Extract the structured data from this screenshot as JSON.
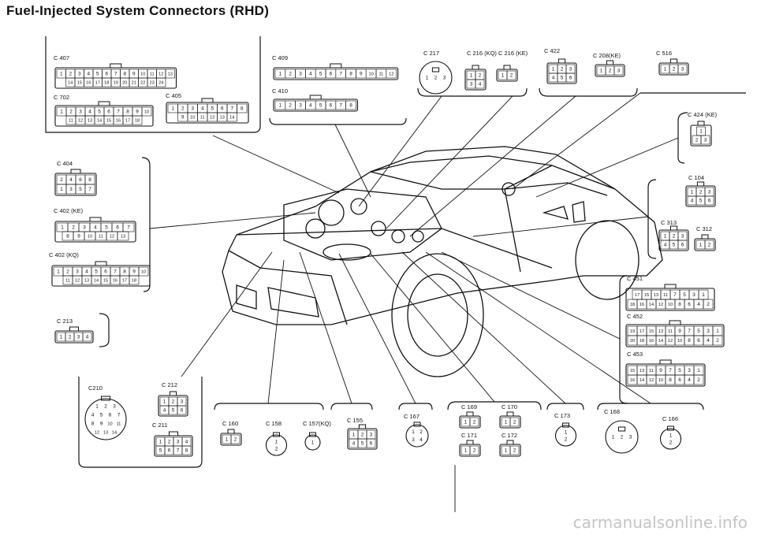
{
  "title": "Fuel-Injected System Connectors (RHD)",
  "watermark": "carmanualsonline.info",
  "colors": {
    "ink": "#111111",
    "background": "#ffffff",
    "watermark": "#c4c4c4"
  },
  "connectors": [
    {
      "id": "c407",
      "label": "C 407",
      "rows": [
        [
          "1",
          "2",
          "3",
          "4",
          "5",
          "6",
          "7",
          "8",
          "9",
          "10",
          "11",
          "12",
          "13"
        ],
        [
          "14",
          "15",
          "16",
          "17",
          "18",
          "19",
          "20",
          "21",
          "22",
          "23",
          "24"
        ]
      ]
    },
    {
      "id": "c702",
      "label": "C 702",
      "rows": [
        [
          "1",
          "2",
          "3",
          "4",
          "5",
          "6",
          "7",
          "8",
          "9",
          "10"
        ],
        [
          "11",
          "12",
          "13",
          "14",
          "15",
          "16",
          "17",
          "18"
        ]
      ]
    },
    {
      "id": "c405",
      "label": "C 405",
      "rows": [
        [
          "1",
          "2",
          "3",
          "4",
          "5",
          "6",
          "7",
          "8"
        ],
        [
          "9",
          "10",
          "11",
          "12",
          "13",
          "14"
        ]
      ]
    },
    {
      "id": "c409",
      "label": "C 409",
      "rows": [
        [
          "1",
          "2",
          "3",
          "4",
          "5",
          "6",
          "7",
          "8",
          "9",
          "10",
          "11",
          "12"
        ]
      ]
    },
    {
      "id": "c410",
      "label": "C 410",
      "rows": [
        [
          "1",
          "2",
          "3",
          "4",
          "5",
          "6",
          "7",
          "8"
        ]
      ]
    },
    {
      "id": "c217",
      "label": "C 217",
      "rows": [
        [
          "1",
          "2",
          "3"
        ]
      ]
    },
    {
      "id": "c216kq",
      "label": "C 216 (KQ)",
      "rows": [
        [
          "1",
          "2"
        ],
        [
          "3",
          "4"
        ]
      ]
    },
    {
      "id": "c216ke",
      "label": "C 216 (KE)",
      "rows": [
        [
          "1",
          "2"
        ]
      ]
    },
    {
      "id": "c422",
      "label": "C 422",
      "rows": [
        [
          "1",
          "2",
          "3"
        ],
        [
          "4",
          "5",
          "6"
        ]
      ]
    },
    {
      "id": "c208ke",
      "label": "C 208(KE)",
      "rows": [
        [
          "1",
          "2",
          "3"
        ]
      ]
    },
    {
      "id": "c516",
      "label": "C 516",
      "rows": [
        [
          "1",
          "2",
          "3"
        ]
      ]
    },
    {
      "id": "c424ke",
      "label": "C 424 (KE)",
      "rows": [
        [
          "1"
        ],
        [
          "2",
          "3"
        ]
      ]
    },
    {
      "id": "c404",
      "label": "C 404",
      "rows": [
        [
          "2",
          "4",
          "6",
          "8"
        ],
        [
          "1",
          "3",
          "5",
          "7"
        ]
      ]
    },
    {
      "id": "c402ke",
      "label": "C 402 (KE)",
      "rows": [
        [
          "1",
          "2",
          "3",
          "4",
          "5",
          "6",
          "7"
        ],
        [
          "8",
          "9",
          "10",
          "11",
          "12",
          "13"
        ]
      ]
    },
    {
      "id": "c402kq",
      "label": "C 402 (KQ)",
      "rows": [
        [
          "1",
          "2",
          "3",
          "4",
          "5",
          "6",
          "7",
          "8",
          "9",
          "10"
        ],
        [
          "11",
          "12",
          "13",
          "14",
          "15",
          "16",
          "17",
          "18"
        ]
      ]
    },
    {
      "id": "c213",
      "label": "C 213",
      "rows": [
        [
          "1",
          "2",
          "3",
          "4"
        ]
      ]
    },
    {
      "id": "c104",
      "label": "C 104",
      "rows": [
        [
          "1",
          "2",
          "3"
        ],
        [
          "4",
          "5",
          "6"
        ]
      ]
    },
    {
      "id": "c313",
      "label": "C 313",
      "rows": [
        [
          "1",
          "2",
          "3"
        ],
        [
          "4",
          "5",
          "6"
        ]
      ]
    },
    {
      "id": "c312",
      "label": "C 312",
      "rows": [
        [
          "1",
          "2"
        ]
      ]
    },
    {
      "id": "c451",
      "label": "C 451",
      "rows": [
        [
          "17",
          "15",
          "13",
          "11",
          "7",
          "5",
          "3",
          "1"
        ],
        [
          "18",
          "16",
          "14",
          "12",
          "10",
          "8",
          "6",
          "4",
          "2"
        ]
      ]
    },
    {
      "id": "c452",
      "label": "C 452",
      "rows": [
        [
          "19",
          "17",
          "15",
          "13",
          "11",
          "9",
          "7",
          "5",
          "3",
          "1"
        ],
        [
          "20",
          "18",
          "16",
          "14",
          "12",
          "10",
          "8",
          "6",
          "4",
          "2"
        ]
      ]
    },
    {
      "id": "c453",
      "label": "C 453",
      "rows": [
        [
          "15",
          "13",
          "11",
          "9",
          "7",
          "5",
          "3",
          "1"
        ],
        [
          "16",
          "14",
          "12",
          "10",
          "8",
          "6",
          "4",
          "2"
        ]
      ]
    },
    {
      "id": "c210",
      "label": "C210",
      "rows": [
        [
          "1",
          "2",
          "3"
        ],
        [
          "4",
          "5",
          "6",
          "7"
        ],
        [
          "8",
          "9",
          "10",
          "11"
        ],
        [
          "12",
          "13",
          "14"
        ]
      ]
    },
    {
      "id": "c212",
      "label": "C 212",
      "rows": [
        [
          "1",
          "2",
          "3"
        ],
        [
          "4",
          "5",
          "6"
        ]
      ]
    },
    {
      "id": "c211",
      "label": "C 211",
      "rows": [
        [
          "1",
          "2",
          "3",
          "4"
        ],
        [
          "5",
          "6",
          "7",
          "8"
        ]
      ]
    },
    {
      "id": "c160",
      "label": "C 160",
      "rows": [
        [
          "1",
          "2"
        ]
      ]
    },
    {
      "id": "c158",
      "label": "C 158",
      "rows": [
        [
          "1"
        ],
        [
          "2"
        ]
      ]
    },
    {
      "id": "c157kq",
      "label": "C 157(KQ)",
      "rows": [
        [
          "1"
        ]
      ]
    },
    {
      "id": "c155",
      "label": "C 155",
      "rows": [
        [
          "1",
          "2",
          "3"
        ],
        [
          "4",
          "5",
          "6"
        ]
      ]
    },
    {
      "id": "c167",
      "label": "C 167",
      "rows": [
        [
          "1",
          "2"
        ],
        [
          "3",
          "4"
        ]
      ]
    },
    {
      "id": "c169",
      "label": "C 169",
      "rows": [
        [
          "1",
          "2"
        ]
      ]
    },
    {
      "id": "c170",
      "label": "C 170",
      "rows": [
        [
          "1",
          "2"
        ]
      ]
    },
    {
      "id": "c171",
      "label": "C 171",
      "rows": [
        [
          "1",
          "2"
        ]
      ]
    },
    {
      "id": "c172",
      "label": "C 172",
      "rows": [
        [
          "1",
          "2"
        ]
      ]
    },
    {
      "id": "c173",
      "label": "C 173",
      "rows": [
        [
          "1"
        ],
        [
          "2"
        ]
      ]
    },
    {
      "id": "c168",
      "label": "C 168",
      "rows": [
        [
          "1",
          "2",
          "3"
        ]
      ]
    },
    {
      "id": "c166",
      "label": "C 166",
      "rows": [
        [
          "1"
        ],
        [
          "2"
        ]
      ]
    }
  ]
}
